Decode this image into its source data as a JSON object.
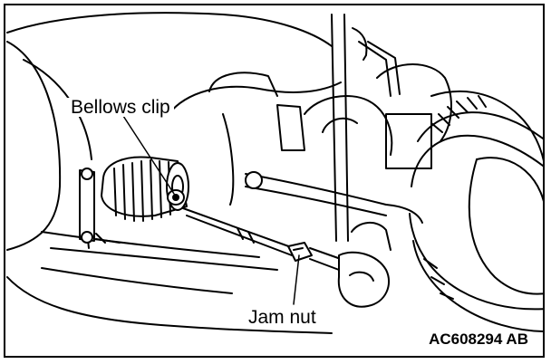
{
  "diagram": {
    "figure_id": "AC608294 AB",
    "callouts": {
      "bellows_clip": "Bellows clip",
      "jam_nut": "Jam nut"
    },
    "line_color": "#000000",
    "background_color": "#ffffff"
  }
}
